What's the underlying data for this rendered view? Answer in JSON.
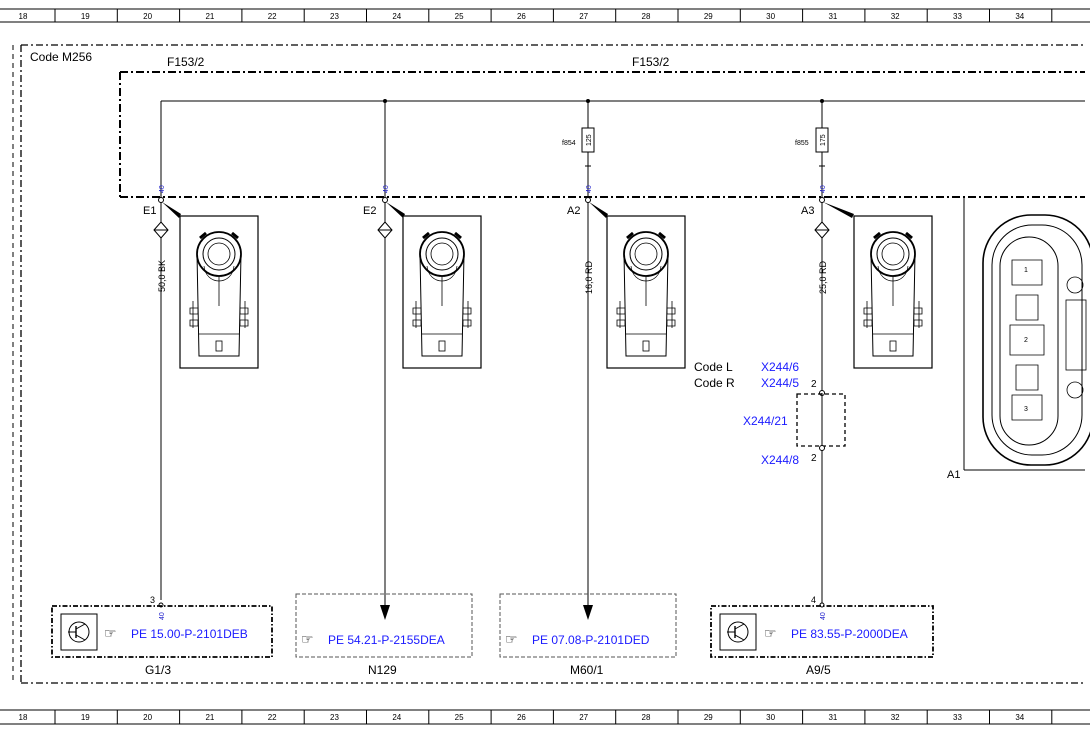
{
  "ruler": {
    "columns": [
      "18",
      "19",
      "20",
      "21",
      "22",
      "23",
      "24",
      "25",
      "26",
      "27",
      "28",
      "29",
      "30",
      "31",
      "32",
      "33",
      "34"
    ]
  },
  "frame_label": "Code M256",
  "fuse_block_labels": [
    "F153/2",
    "F153/2"
  ],
  "fuses": [
    {
      "name": "f854",
      "rating": "125"
    },
    {
      "name": "f855",
      "rating": "175"
    }
  ],
  "pin_number": "40",
  "terminals": [
    {
      "label": "E1",
      "wire": "50,0 BK"
    },
    {
      "label": "E2",
      "wire": ""
    },
    {
      "label": "A2",
      "wire": "16,0 RD"
    },
    {
      "label": "A3",
      "wire": "25,0 RD"
    }
  ],
  "codes": {
    "code_l": "Code L",
    "code_r": "Code R",
    "x244_6": "X244/6",
    "x244_5": "X244/5",
    "x244_21": "X244/21",
    "x244_8": "X244/8",
    "pin_top": "2",
    "pin_bottom": "2"
  },
  "a1_label": "A1",
  "a1_pins": [
    "1",
    "2",
    "3"
  ],
  "bottom_components": [
    {
      "id": "G1/3",
      "pin": "3",
      "link": "PE 15.00-P-2101DEB"
    },
    {
      "id": "N129",
      "pin": "",
      "link": "PE 54.21-P-2155DEA"
    },
    {
      "id": "M60/1",
      "pin": "",
      "link": "PE 07.08-P-2101DED"
    },
    {
      "id": "A9/5",
      "pin": "4",
      "link": "PE 83.55-P-2000DEA"
    }
  ],
  "colors": {
    "link": "#1a1aff",
    "line": "#000000"
  }
}
